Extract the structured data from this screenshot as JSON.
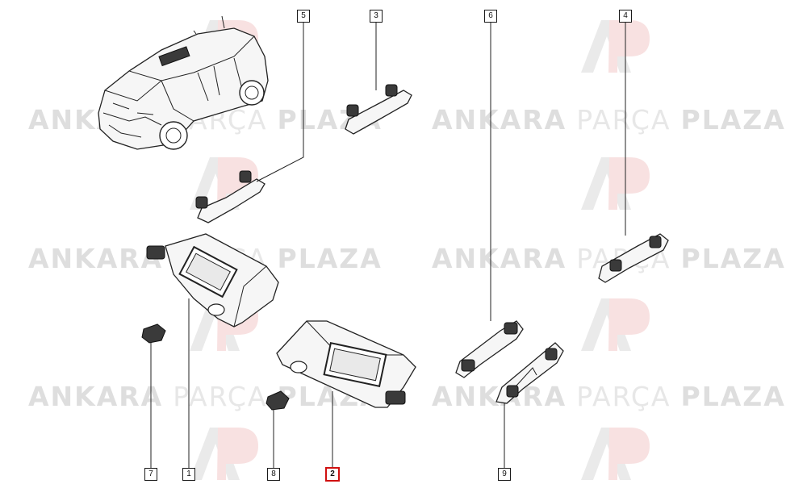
{
  "watermark": {
    "bold_a": "ANKARA",
    "light": "PARÇA",
    "bold_b": "PLAZA"
  },
  "callouts": [
    {
      "label": "5"
    },
    {
      "label": "3"
    },
    {
      "label": "6"
    },
    {
      "label": "4"
    },
    {
      "label": "7"
    },
    {
      "label": "1"
    },
    {
      "label": "8"
    },
    {
      "label": "2",
      "highlight": true
    },
    {
      "label": "9"
    }
  ],
  "colors": {
    "highlight": "#d01010",
    "watermark": "#e0e0e0",
    "watermark_logo": "#f7dede"
  }
}
